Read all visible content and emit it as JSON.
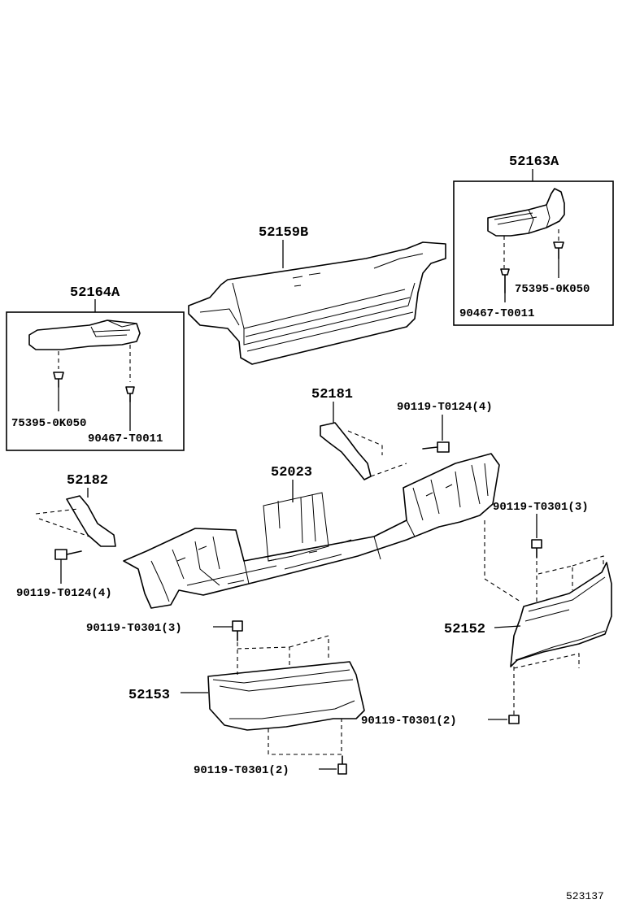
{
  "diagram_code": "523137",
  "labels": {
    "p52163A": "52163A",
    "p52159B": "52159B",
    "p52164A": "52164A",
    "p52181": "52181",
    "p52182": "52182",
    "p52023": "52023",
    "p52152": "52152",
    "p52153": "52153",
    "right_box_clip": "75395-0K050",
    "right_box_screw": "90467-T0011",
    "left_box_clip": "75395-0K050",
    "left_box_screw": "90467-T0011",
    "bolt_upper_right": "90119-T0124(4)",
    "bolt_left": "90119-T0124(4)",
    "bolt_right_top": "90119-T0301(3)",
    "bolt_left_top": "90119-T0301(3)",
    "bolt_right_bottom": "90119-T0301(2)",
    "bolt_left_bottom": "90119-T0301(2)"
  }
}
